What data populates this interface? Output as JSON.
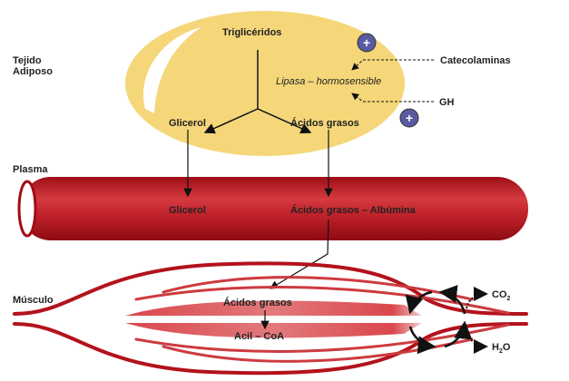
{
  "labels": {
    "tejido": "Tejido",
    "adiposo": "Adiposo",
    "plasma": "Plasma",
    "musculo": "Músculo"
  },
  "adipose": {
    "trigliceridos": "Triglicéridos",
    "glicerol": "Glicerol",
    "acidos_grasos": "Ácidos grasos",
    "lipasa": "Lipasa – hormosensible",
    "catecolaminas": "Catecolaminas",
    "gh": "GH",
    "plus": "+"
  },
  "plasma": {
    "glicerol": "Glicerol",
    "acidos_albumina": "Ácidos grasos – Albúmina"
  },
  "muscle": {
    "acidos_grasos": "Ácidos grasos",
    "acil_coa": "Acil – CoA",
    "co2": "CO",
    "co2_sub": "2",
    "h2o_h": "H",
    "h2o_sub": "2",
    "h2o_o": "O"
  },
  "colors": {
    "fat": "#f5d77a",
    "blood": "#b3121c",
    "plus": "#5a5aa0"
  }
}
